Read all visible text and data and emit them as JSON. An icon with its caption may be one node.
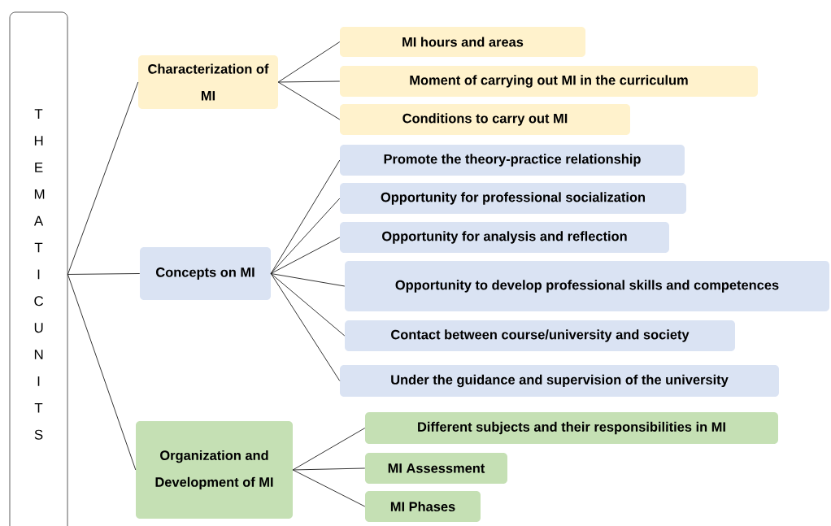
{
  "diagram": {
    "nodes": [
      {
        "text": [
          "T H E M A T I C U N I T S"
        ]
      },
      {
        "text": [
          "Characterization of MI"
        ]
      },
      {
        "text": [
          "MI hours and areas"
        ]
      },
      {
        "text": [
          "Moment of carrying out MI in the curriculum"
        ]
      },
      {
        "text": [
          "Conditions to carry out MI"
        ]
      },
      {
        "text": [
          "Concepts on MI"
        ]
      },
      {
        "text": [
          "Promote the theory-practice relationship"
        ]
      },
      {
        "text": [
          "Opportunity for professional socialization"
        ]
      },
      {
        "text": [
          "Opportunity for analysis and reflection"
        ]
      },
      {
        "text": [
          "Opportunity to develop professional skills and competences"
        ]
      },
      {
        "text": [
          "Contact between course/university and society"
        ]
      },
      {
        "text": [
          "Under the guidance and supervision of the university"
        ]
      },
      {
        "text": [
          "Organization and Development of MI"
        ]
      },
      {
        "text": [
          "Different subjects and their responsibilities in MI"
        ]
      },
      {
        "text": [
          "MI Assessment"
        ]
      },
      {
        "text": [
          "MI Phases"
        ]
      }
    ],
    "edges": [
      {
        "from": 0,
        "to": 1,
        "arrow": "none"
      },
      {
        "from": 0,
        "to": 5,
        "arrow": "none"
      },
      {
        "from": 0,
        "to": 12,
        "arrow": "none"
      },
      {
        "from": 1,
        "to": 2,
        "arrow": "none"
      },
      {
        "from": 1,
        "to": 3,
        "arrow": "none"
      },
      {
        "from": 1,
        "to": 4,
        "arrow": "none"
      },
      {
        "from": 5,
        "to": 6,
        "arrow": "none"
      },
      {
        "from": 5,
        "to": 7,
        "arrow": "none"
      },
      {
        "from": 5,
        "to": 8,
        "arrow": "none"
      },
      {
        "from": 5,
        "to": 9,
        "arrow": "none"
      },
      {
        "from": 5,
        "to": 10,
        "arrow": "none"
      },
      {
        "from": 5,
        "to": 11,
        "arrow": "none"
      },
      {
        "from": 12,
        "to": 13,
        "arrow": "none"
      },
      {
        "from": 12,
        "to": 14,
        "arrow": "none"
      },
      {
        "from": 12,
        "to": 15,
        "arrow": "none"
      }
    ]
  }
}
